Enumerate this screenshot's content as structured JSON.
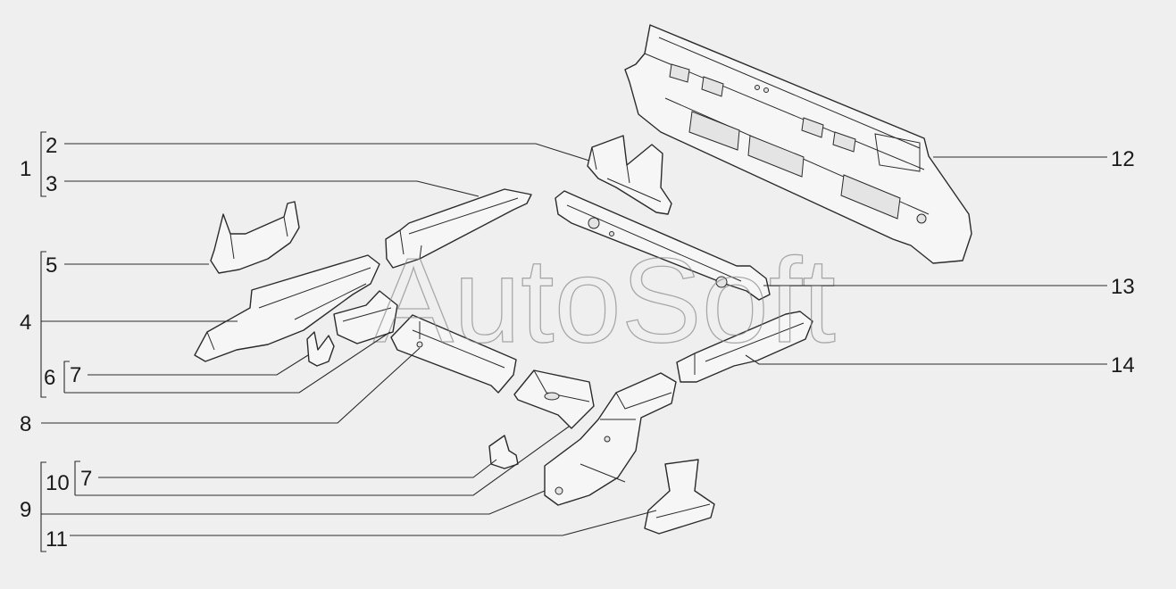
{
  "diagram": {
    "watermark": "AutoSoft",
    "callouts": {
      "n1": "1",
      "n2": "2",
      "n3": "3",
      "n4": "4",
      "n5": "5",
      "n6": "6",
      "n7_upper": "7",
      "n8": "8",
      "n9": "9",
      "n10": "10",
      "n7_lower": "7",
      "n11": "11",
      "n12": "12",
      "n13": "13",
      "n14": "14"
    }
  },
  "colors": {
    "background": "#efefef",
    "line": "#2b2b2b",
    "watermark": "#8a8a8a"
  }
}
